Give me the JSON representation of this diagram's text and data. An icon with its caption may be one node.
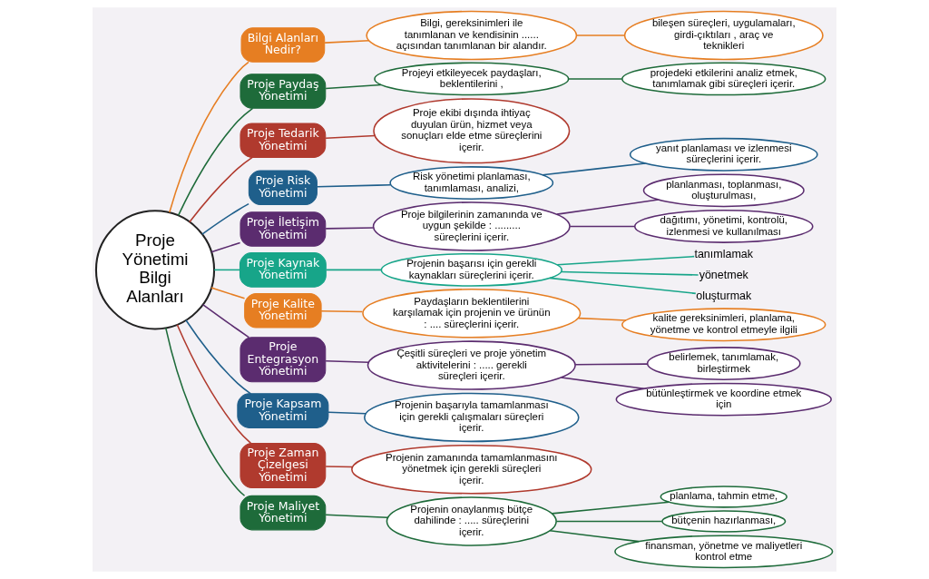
{
  "diagram": {
    "nodes": [
      {
        "text": [
          "Proje Yönetimi Bilgi Alanları"
        ]
      },
      {
        "text": [
          "Bilgi Alanları Nedir?"
        ]
      },
      {
        "text": [
          "Bilgi, gereksinimleri ile tanımlanan ve kendisinin ...... açısından tanımlanan bir alandır."
        ]
      },
      {
        "text": [
          "bileşen süreçleri, uygulamaları, girdi-çıktıları , araç ve teknikleri"
        ]
      },
      {
        "text": [
          "Proje Paydaş Yönetimi"
        ]
      },
      {
        "text": [
          "Projeyi etkileyecek paydaşları, beklentilerini ,"
        ]
      },
      {
        "text": [
          "projedeki etkilerini analiz etmek, tanımlamak gibi süreçleri içerir."
        ]
      },
      {
        "text": [
          "Proje Tedarik Yönetimi"
        ]
      },
      {
        "text": [
          "Proje ekibi dışında ihtiyaç duyulan ürün, hizmet veya sonuçları elde etme süreçlerini içerir."
        ]
      },
      {
        "text": [
          "Proje Risk Yönetimi"
        ]
      },
      {
        "text": [
          "Risk yönetimi planlaması, tanımlaması, analizi,"
        ]
      },
      {
        "text": [
          "yanıt planlaması ve izlenmesi süreçlerini içerir."
        ]
      },
      {
        "text": [
          "Proje İletişim Yönetimi"
        ]
      },
      {
        "text": [
          "Proje bilgilerinin zamanında ve uygun şekilde : ......... süreçlerini içerir."
        ]
      },
      {
        "text": [
          "planlanması, toplanması, oluşturulması,"
        ]
      },
      {
        "text": [
          "dağıtımı, yönetimi, kontrolü, izlenmesi ve kullanılması"
        ]
      },
      {
        "text": [
          "Proje Kaynak Yönetimi"
        ]
      },
      {
        "text": [
          "Projenin başarısı için gerekli kaynakları süreçlerini içerir."
        ]
      },
      {
        "text": [
          "tanımlamak"
        ]
      },
      {
        "text": [
          "yönetmek"
        ]
      },
      {
        "text": [
          "oluşturmak"
        ]
      },
      {
        "text": [
          "Proje Kalite Yönetimi"
        ]
      },
      {
        "text": [
          "Paydaşların beklentilerini karşılamak için projenin ve ürünün : .... süreçlerini içerir."
        ]
      },
      {
        "text": [
          "kalite gereksinimleri, planlama, yönetme ve kontrol etmeyle ilgili"
        ]
      },
      {
        "text": [
          "Proje Entegrasyon Yönetimi"
        ]
      },
      {
        "text": [
          "Çeşitli süreçleri ve proje yönetim aktivitelerini : ..... gerekli süreçleri içerir."
        ]
      },
      {
        "text": [
          "belirlemek, tanımlamak, birleştirmek"
        ]
      },
      {
        "text": [
          "bütünleştirmek ve koordine etmek için"
        ]
      },
      {
        "text": [
          "Proje Kapsam Yönetimi"
        ]
      },
      {
        "text": [
          "Projenin başarıyla tamamlanması için gerekli çalışmaları süreçleri içerir."
        ]
      },
      {
        "text": [
          "Proje Zaman Çizelgesi Yönetimi"
        ]
      },
      {
        "text": [
          "Projenin zamanında tamamlanmasını yönetmek için gerekli süreçleri içerir."
        ]
      },
      {
        "text": [
          "Proje Maliyet Yönetimi"
        ]
      },
      {
        "text": [
          "Projenin onaylanmış bütçe dahilinde : ..... süreçlerini içerir."
        ]
      },
      {
        "text": [
          "planlama, tahmin etme,"
        ]
      },
      {
        "text": [
          "bütçenin hazırlanması,"
        ]
      },
      {
        "text": [
          "finansman, yönetme ve maliyetleri kontrol etme"
        ]
      }
    ],
    "edges": [
      {
        "from": 0,
        "to": 1,
        "arrow": "none",
        "color": "#e67e22"
      },
      {
        "from": 1,
        "to": 2,
        "arrow": "none",
        "color": "#e67e22"
      },
      {
        "from": 2,
        "to": 3,
        "arrow": "none",
        "color": "#e67e22"
      },
      {
        "from": 0,
        "to": 4,
        "arrow": "none",
        "color": "#1e6b3a"
      },
      {
        "from": 4,
        "to": 5,
        "arrow": "none",
        "color": "#1e6b3a"
      },
      {
        "from": 5,
        "to": 6,
        "arrow": "none",
        "color": "#1e6b3a"
      },
      {
        "from": 0,
        "to": 7,
        "arrow": "none",
        "color": "#b03a2e"
      },
      {
        "from": 7,
        "to": 8,
        "arrow": "none",
        "color": "#b03a2e"
      },
      {
        "from": 0,
        "to": 9,
        "arrow": "none",
        "color": "#1f5f8b"
      },
      {
        "from": 9,
        "to": 10,
        "arrow": "none",
        "color": "#1f5f8b"
      },
      {
        "from": 10,
        "to": 11,
        "arrow": "none",
        "color": "#1f5f8b"
      },
      {
        "from": 0,
        "to": 12,
        "arrow": "none",
        "color": "#5b2c6f"
      },
      {
        "from": 12,
        "to": 13,
        "arrow": "none",
        "color": "#5b2c6f"
      },
      {
        "from": 13,
        "to": 14,
        "arrow": "none",
        "color": "#5b2c6f"
      },
      {
        "from": 13,
        "to": 15,
        "arrow": "none",
        "color": "#5b2c6f"
      },
      {
        "from": 0,
        "to": 16,
        "arrow": "none",
        "color": "#17a589"
      },
      {
        "from": 16,
        "to": 17,
        "arrow": "none",
        "color": "#17a589"
      },
      {
        "from": 17,
        "to": 18,
        "arrow": "none",
        "color": "#17a589"
      },
      {
        "from": 17,
        "to": 19,
        "arrow": "none",
        "color": "#17a589"
      },
      {
        "from": 17,
        "to": 20,
        "arrow": "none",
        "color": "#17a589"
      },
      {
        "from": 0,
        "to": 21,
        "arrow": "none",
        "color": "#e67e22"
      },
      {
        "from": 21,
        "to": 22,
        "arrow": "none",
        "color": "#e67e22"
      },
      {
        "from": 22,
        "to": 23,
        "arrow": "none",
        "color": "#e67e22"
      },
      {
        "from": 0,
        "to": 24,
        "arrow": "none",
        "color": "#5b2c6f"
      },
      {
        "from": 24,
        "to": 25,
        "arrow": "none",
        "color": "#5b2c6f"
      },
      {
        "from": 25,
        "to": 26,
        "arrow": "none",
        "color": "#5b2c6f"
      },
      {
        "from": 25,
        "to": 27,
        "arrow": "none",
        "color": "#5b2c6f"
      },
      {
        "from": 0,
        "to": 28,
        "arrow": "none",
        "color": "#1f5f8b"
      },
      {
        "from": 28,
        "to": 29,
        "arrow": "none",
        "color": "#1f5f8b"
      },
      {
        "from": 0,
        "to": 30,
        "arrow": "none",
        "color": "#b03a2e"
      },
      {
        "from": 30,
        "to": 31,
        "arrow": "none",
        "color": "#b03a2e"
      },
      {
        "from": 0,
        "to": 32,
        "arrow": "none",
        "color": "#1e6b3a"
      },
      {
        "from": 32,
        "to": 33,
        "arrow": "none",
        "color": "#1e6b3a"
      },
      {
        "from": 33,
        "to": 34,
        "arrow": "none",
        "color": "#1e6b3a"
      },
      {
        "from": 33,
        "to": 35,
        "arrow": "none",
        "color": "#1e6b3a"
      },
      {
        "from": 33,
        "to": 36,
        "arrow": "none",
        "color": "#1e6b3a"
      }
    ]
  }
}
